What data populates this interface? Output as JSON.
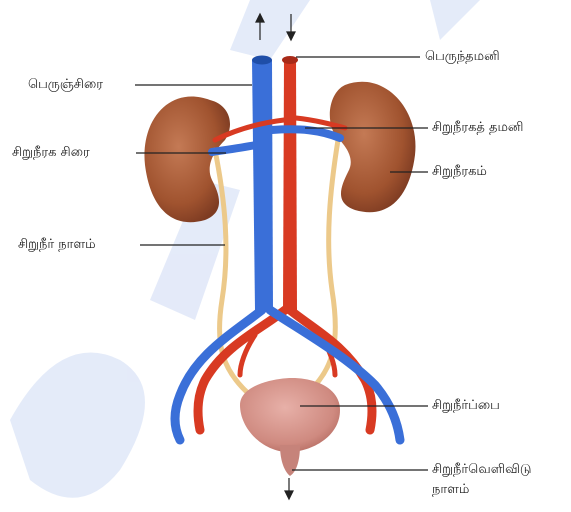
{
  "labels": {
    "inferior_vena_cava": "பெருஞ்சிரை",
    "aorta": "பெருந்தமனி",
    "renal_artery": "சிறுநீரகத் தமனி",
    "renal_vein": "சிறுநீரக சிரை",
    "kidney": "சிறுநீரகம்",
    "ureter": "சிறுநீர் நாளம்",
    "urinary_bladder": "சிறுநீர்ப்பை",
    "urethra_line1": "சிறுநீர்வெளிவிடு",
    "urethra_line2": "நாளம்"
  },
  "colors": {
    "vein": "#3a6fd8",
    "artery": "#d83a22",
    "kidney": "#a9593a",
    "ureter": "#ecc98a",
    "bladder": "#d7928a",
    "watermark": "#dbe4f7"
  }
}
